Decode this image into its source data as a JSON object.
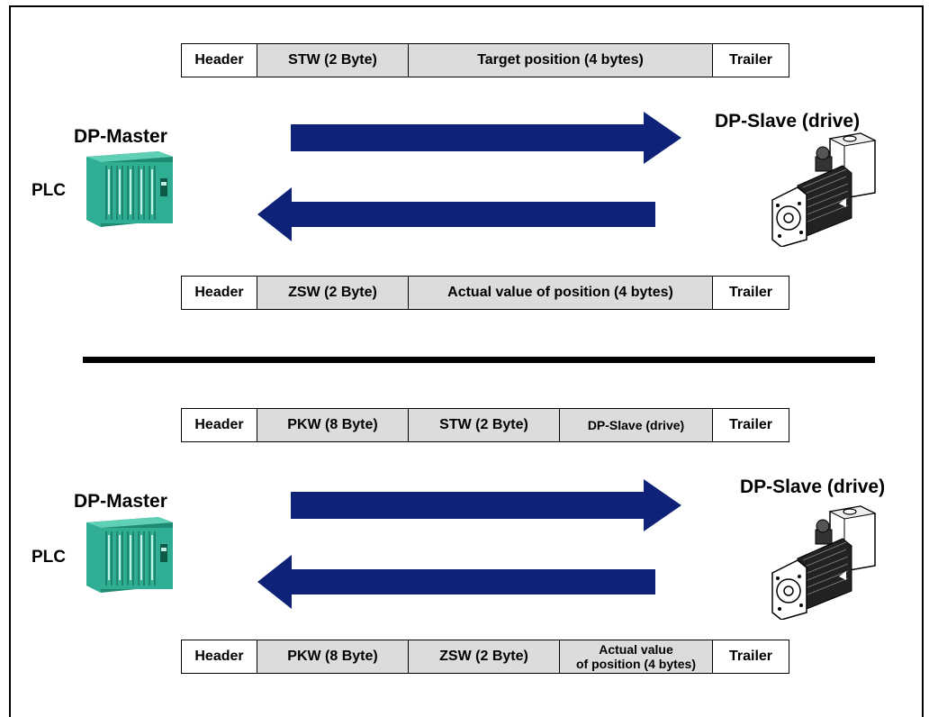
{
  "top": {
    "frame_out": [
      "Header",
      "STW (2 Byte)",
      "Target position (4 bytes)",
      "Trailer"
    ],
    "frame_in": [
      "Header",
      "ZSW (2 Byte)",
      "Actual value of position (4 bytes)",
      "Trailer"
    ],
    "master_label": "DP-Master",
    "plc_label": "PLC",
    "slave_label": "DP-Slave (drive)"
  },
  "bottom": {
    "frame_out": [
      "Header",
      "PKW (8 Byte)",
      "STW (2 Byte)",
      "DP-Slave (drive)",
      "Trailer"
    ],
    "frame_in": [
      "Header",
      "PKW (8 Byte)",
      "ZSW (2 Byte)",
      "Actual value",
      "of position (4 bytes)",
      "Trailer"
    ],
    "master_label": "DP-Master",
    "plc_label": "PLC",
    "slave_label": "DP-Slave (drive)"
  },
  "colors": {
    "arrow": "#0e2378",
    "plc_body": "#2fae94",
    "cell_grey": "#dcdcdc"
  },
  "icons": {
    "plc": "plc-rack-icon",
    "drive": "servo-drive-icon"
  }
}
